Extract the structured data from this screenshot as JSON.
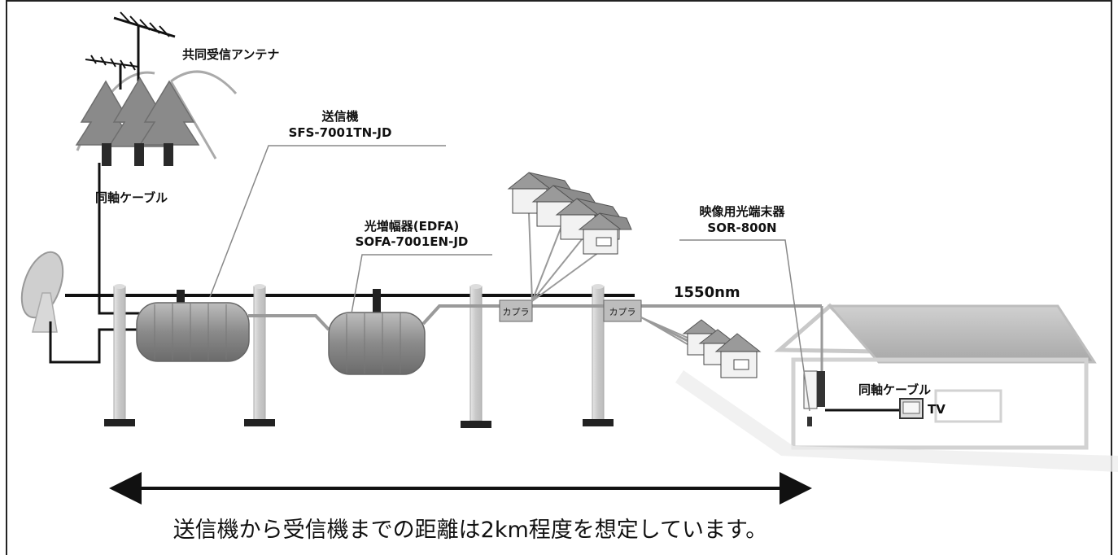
{
  "labels": {
    "antenna": "共同受信アンテナ",
    "coax_top": "同軸ケーブル",
    "transmitter_title": "送信機",
    "transmitter_model": "SFS-7001TN-JD",
    "edfa_title": "光増幅器(EDFA)",
    "edfa_model": "SOFA-7001EN-JD",
    "onu_title": "映像用光端末器",
    "onu_model": "SOR-800N",
    "wavelength": "1550nm",
    "coupler_1": "カプラ",
    "coupler_2": "カプラ",
    "coax_house": "同軸ケーブル",
    "tv": "TV"
  },
  "caption": "送信機から受信機までの距離は2km程度を想定しています。",
  "colors": {
    "line_black": "#111111",
    "fiber_gray": "#9a9a9a",
    "device_gray": "#8e8e8e",
    "pole_gray": "#cfcfcf",
    "frame": "#222222"
  }
}
